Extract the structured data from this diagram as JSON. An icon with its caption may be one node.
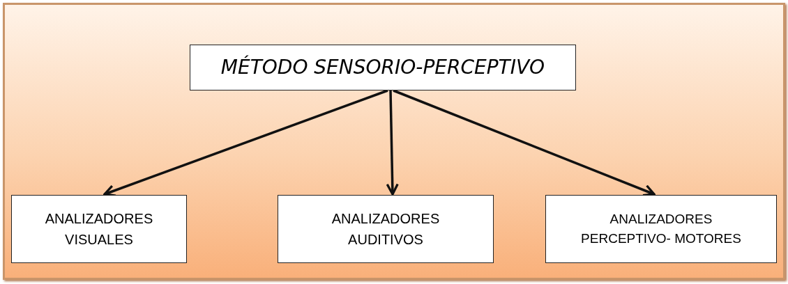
{
  "diagram": {
    "nodes": [
      {
        "text": [
          "MÉTODO SENSORIO-PERCEPTIVO"
        ]
      },
      {
        "text": [
          "ANALIZADORES VISUALES"
        ]
      },
      {
        "text": [
          "ANALIZADORES AUDITIVOS"
        ]
      },
      {
        "text": [
          "ANALIZADORES PERCEPTIVO- MOTORES"
        ]
      }
    ],
    "edges": [
      {
        "from": 0,
        "to": 1,
        "arrow": "to"
      },
      {
        "from": 0,
        "to": 2,
        "arrow": "to"
      },
      {
        "from": 0,
        "to": 3,
        "arrow": "to"
      }
    ]
  }
}
